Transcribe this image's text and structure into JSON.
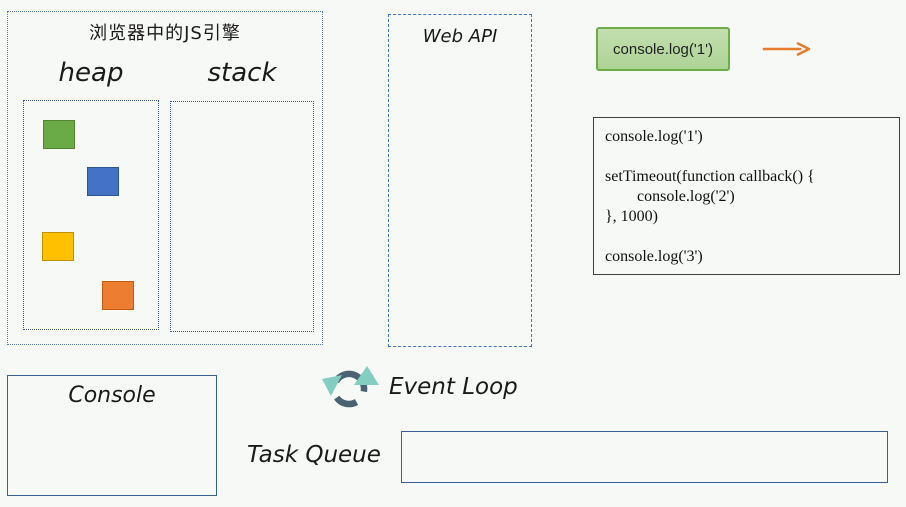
{
  "canvas": {
    "bg_color": "#f7f9f6"
  },
  "js_engine": {
    "title": "浏览器中的JS引擎",
    "heap_label": "heap",
    "stack_label": "stack",
    "heap_objects": [
      {
        "name": "green",
        "fill": "#6aaa47",
        "border": "#548235"
      },
      {
        "name": "blue",
        "fill": "#4472c4",
        "border": "#2f5597"
      },
      {
        "name": "yellow",
        "fill": "#ffc000",
        "border": "#bf9000"
      },
      {
        "name": "orange",
        "fill": "#ed7d31",
        "border": "#c55a11"
      }
    ]
  },
  "web_api": {
    "title": "Web API"
  },
  "executing_call": {
    "label": "console.log('1')",
    "fill_top": "#c2dfae",
    "fill_bottom": "#aed397",
    "border_color": "#6cad49",
    "arrow_color": "#e87b2e"
  },
  "code_snippet": {
    "lines": [
      "console.log('1')",
      "",
      "setTimeout(function callback() {",
      "        console.log('2')",
      "}, 1000)",
      "",
      "console.log('3')"
    ]
  },
  "console_panel": {
    "title": "Console"
  },
  "event_loop": {
    "label": "Event Loop",
    "ring_color": "#4b6273",
    "arrowhead_color": "#83cdc1"
  },
  "task_queue": {
    "label": "Task Queue"
  }
}
